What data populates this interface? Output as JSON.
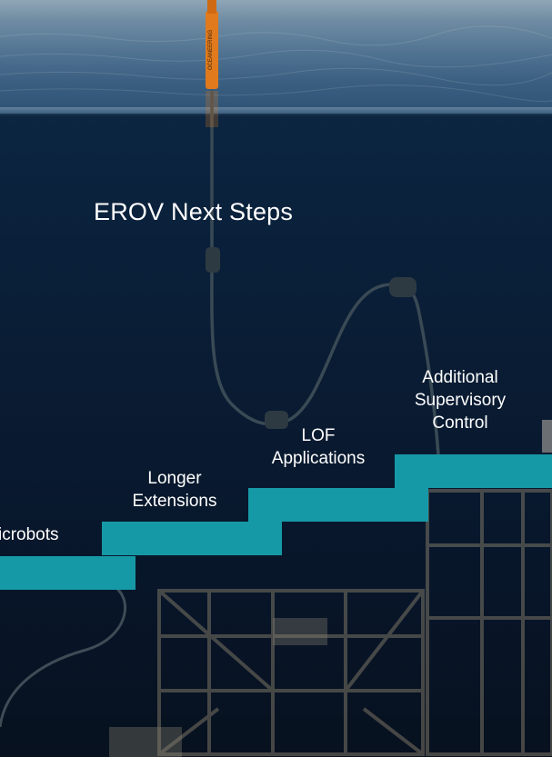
{
  "title": "EROV Next Steps",
  "steps": [
    {
      "label": "icrobots"
    },
    {
      "label_line1": "Longer",
      "label_line2": "Extensions"
    },
    {
      "label_line1": "LOF",
      "label_line2": "Applications"
    },
    {
      "label_line1": "Additional",
      "label_line2": "Supervisory",
      "label_line3": "Control"
    }
  ],
  "colors": {
    "step": "#1699a6",
    "background": "#0a1d35",
    "buoy": "#e07a1c",
    "text": "#ffffff"
  },
  "buoy_text": "OCEANEERING"
}
